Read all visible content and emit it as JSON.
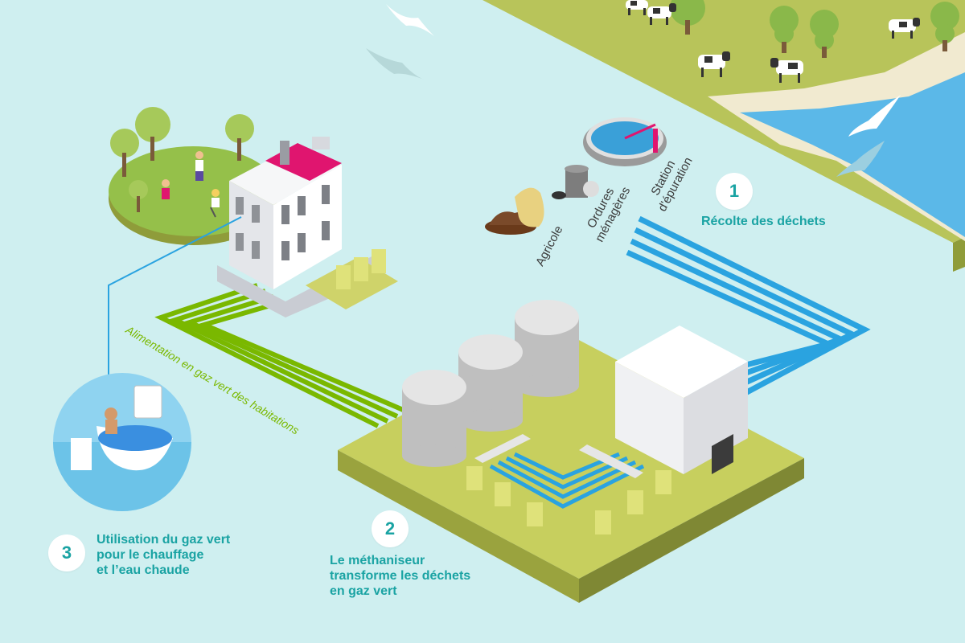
{
  "colors": {
    "background": "#cfeff0",
    "accent_teal": "#1aa3a3",
    "green_pipe": "#7ab800",
    "blue_pipe": "#2aa3e0",
    "ground": "#b8c45a",
    "sea": "#5bb8e8",
    "roof_pink": "#e0156f"
  },
  "steps": [
    {
      "number": "1",
      "lines": [
        "Récolte des déchets"
      ]
    },
    {
      "number": "2",
      "lines": [
        "Le méthaniseur",
        "transforme les déchets",
        "en gaz vert"
      ]
    },
    {
      "number": "3",
      "lines": [
        "Utilisation du gaz vert",
        "pour le chauffage",
        "et l’eau chaude"
      ]
    }
  ],
  "sources": [
    {
      "lines": [
        "Agricole"
      ],
      "icon": "compost-icon"
    },
    {
      "lines": [
        "Ordures",
        "ménagères"
      ],
      "icon": "trash-bin-icon"
    },
    {
      "lines": [
        "Station",
        "d'épuration"
      ],
      "icon": "water-treatment-icon"
    }
  ],
  "pipe_label": "Alimentation en gaz vert des habitations"
}
